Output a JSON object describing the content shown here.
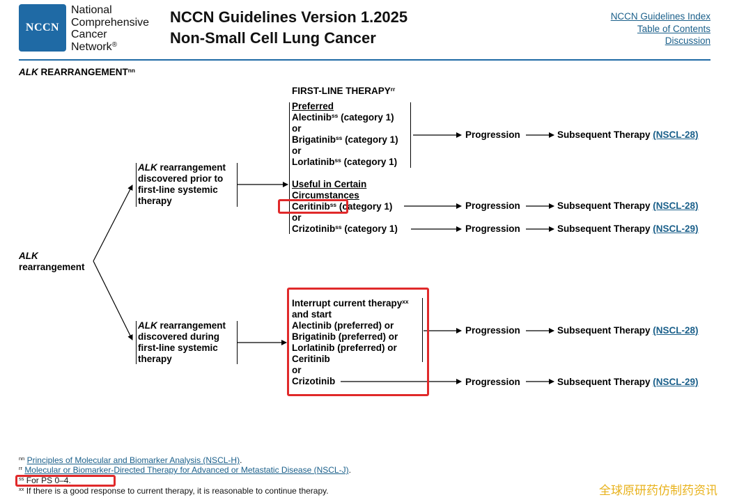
{
  "header": {
    "logo_text": "NCCN",
    "org_lines": [
      "National",
      "Comprehensive",
      "Cancer",
      "Network"
    ],
    "org_mark": "®",
    "title_line1": "NCCN Guidelines Version 1.2025",
    "title_line2": "Non-Small Cell Lung Cancer",
    "links": [
      "NCCN Guidelines Index",
      "Table of Contents",
      "Discussion"
    ]
  },
  "section": {
    "title_italic": "ALK",
    "title_rest": " REARRANGEMENT",
    "title_sup": "nn"
  },
  "root": {
    "italic": "ALK",
    "rest": "rearrangement"
  },
  "branch_prior": {
    "italic": "ALK",
    "line1_rest": " rearrangement",
    "lines": [
      "discovered prior to",
      "first-line systemic",
      "therapy"
    ]
  },
  "branch_during": {
    "italic": "ALK",
    "line1_rest": " rearrangement",
    "lines": [
      "discovered during",
      "first-line systemic",
      "therapy"
    ]
  },
  "first_line": {
    "header": "FIRST-LINE THERAPY",
    "header_sup": "rr",
    "preferred_label": "Preferred",
    "alectinib": "Alectinib",
    "brigatinib": "Brigatinib",
    "lorlatinib": "Lorlatinib",
    "ceritinib": "Ceritinib",
    "crizotinib": "Crizotinib",
    "sup_ss": "ss",
    "category": " (category 1)",
    "or": "or",
    "useful_line1": "Useful in Certain",
    "useful_line2": "Circumstances"
  },
  "interrupt": {
    "line1": "Interrupt current therapy",
    "line1_sup": "xx",
    "lines": [
      "and start",
      "Alectinib (preferred) or",
      "Brigatinib (preferred) or",
      "Lorlatinib (preferred) or",
      "Ceritinib",
      "or"
    ],
    "last": "Crizotinib"
  },
  "outcomes": {
    "progression": "Progression",
    "subsequent": "Subsequent Therapy",
    "refs": [
      "(NSCL-28)",
      "(NSCL-28)",
      "(NSCL-29)",
      "(NSCL-28)",
      "(NSCL-29)"
    ]
  },
  "footnotes": {
    "nn_mark": "nn",
    "nn_text": "Principles of Molecular and Biomarker Analysis (NSCL-H)",
    "nn_end": ".",
    "rr_mark": "rr",
    "rr_text": "Molecular or Biomarker-Directed Therapy for Advanced or Metastatic Disease (NSCL-J)",
    "rr_end": ".",
    "ss_mark": "ss",
    "ss_text": "For PS 0–4.",
    "xx_mark": "xx",
    "xx_text": "If there is a good response to current therapy, it is reasonable to continue therapy."
  },
  "watermark": "全球原研药仿制药资讯",
  "colors": {
    "brand_blue": "#1f6aa5",
    "link": "#1a5f8a",
    "highlight_red": "#e0292a",
    "watermark": "#e8b21c"
  }
}
